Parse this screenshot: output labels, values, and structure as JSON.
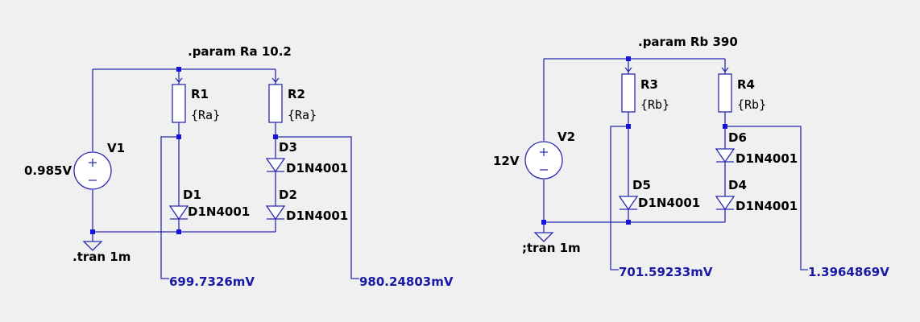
{
  "left": {
    "param": ".param Ra 10.2",
    "tran": ".tran 1m",
    "source": {
      "name": "V1",
      "value": "0.985V"
    },
    "r1": {
      "name": "R1",
      "value": "{Ra}"
    },
    "r2": {
      "name": "R2",
      "value": "{Ra}"
    },
    "d1": {
      "name": "D1",
      "model": "D1N4001"
    },
    "d2": {
      "name": "D2",
      "model": "D1N4001"
    },
    "d3": {
      "name": "D3",
      "model": "D1N4001"
    },
    "probe_a": "699.7326mV",
    "probe_b": "980.24803mV"
  },
  "right": {
    "param": ".param Rb 390",
    "tran": ";tran 1m",
    "source": {
      "name": "V2",
      "value": "12V"
    },
    "r3": {
      "name": "R3",
      "value": "{Rb}"
    },
    "r4": {
      "name": "R4",
      "value": "{Rb}"
    },
    "d4": {
      "name": "D4",
      "model": "D1N4001"
    },
    "d5": {
      "name": "D5",
      "model": "D1N4001"
    },
    "d6": {
      "name": "D6",
      "model": "D1N4001"
    },
    "probe_a": "701.59233mV",
    "probe_b": "1.3964869V"
  }
}
